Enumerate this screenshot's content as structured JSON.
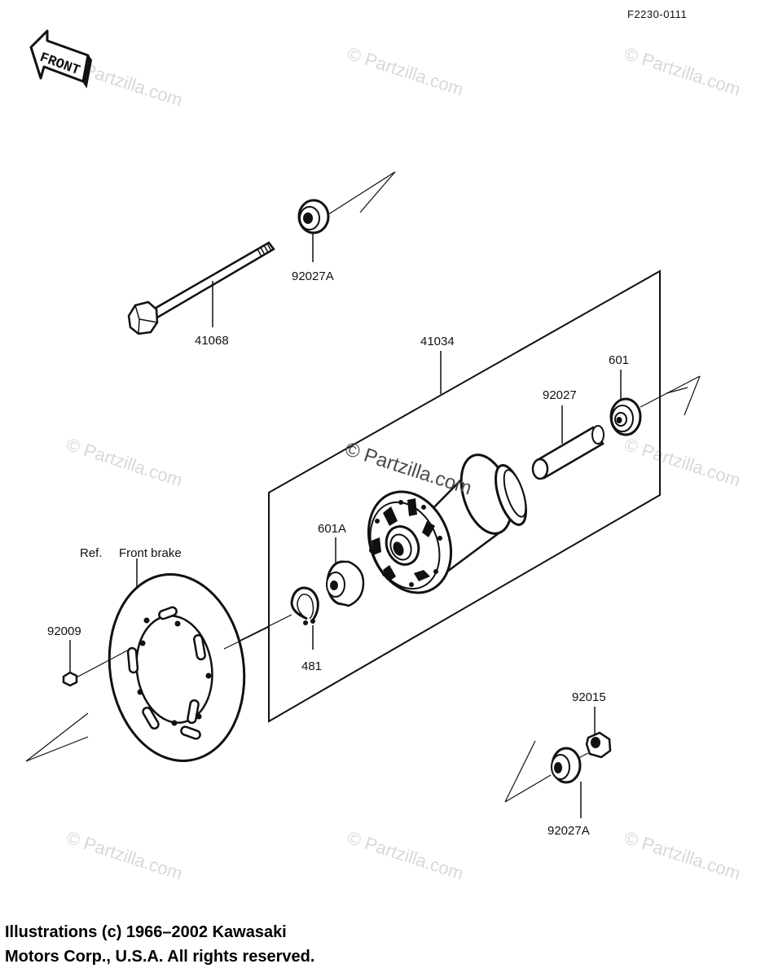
{
  "diagram_code": "F2230-0111",
  "front_label": "FRONT",
  "watermark": "© Partzilla.com",
  "parts": {
    "p41068": "41068",
    "p92027A_top": "92027A",
    "p41034": "41034",
    "p92027": "92027",
    "p601": "601",
    "p601A": "601A",
    "p481": "481",
    "p92009": "92009",
    "p92015": "92015",
    "p92027A_bottom": "92027A"
  },
  "reference": {
    "prefix": "Ref.",
    "text": "Front brake"
  },
  "footer": {
    "line1": "Illustrations (c) 1966–2002 Kawasaki",
    "line2": "Motors Corp., U.S.A.  All rights reserved."
  }
}
